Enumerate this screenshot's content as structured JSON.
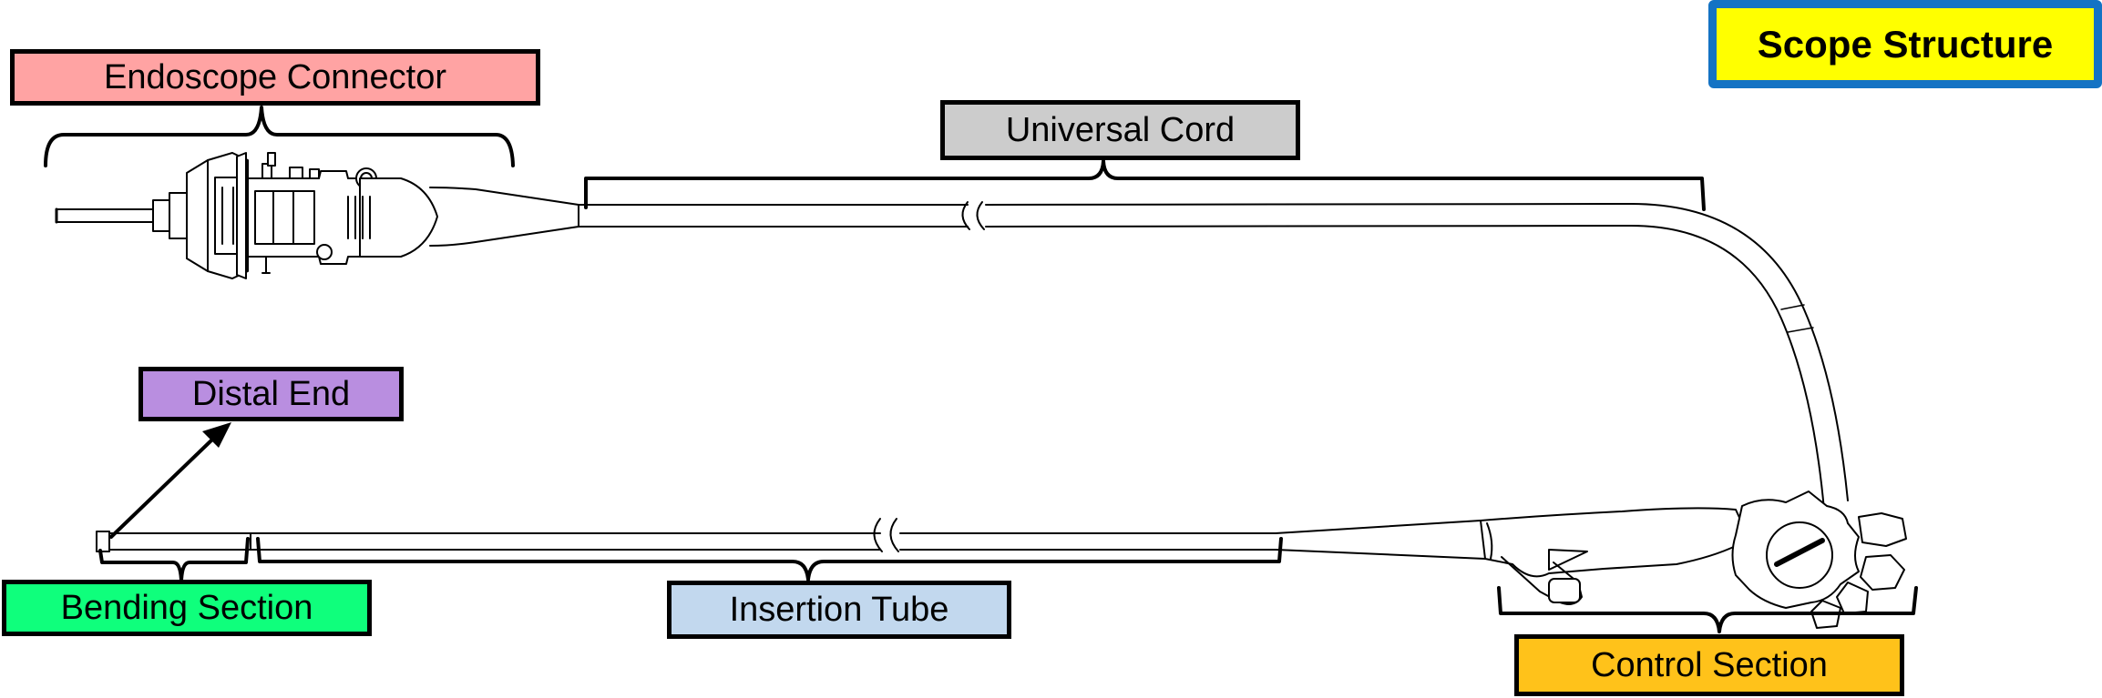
{
  "title": "Scope Structure",
  "labels": {
    "endoscope_connector": "Endoscope Connector",
    "universal_cord": "Universal Cord",
    "distal_end": "Distal End",
    "bending_section": "Bending Section",
    "insertion_tube": "Insertion Tube",
    "control_section": "Control Section"
  },
  "colors": {
    "title_fill": "#ffff00",
    "title_border": "#1473c4",
    "endoscope_connector": "#ffa3a3",
    "universal_cord": "#cccccc",
    "distal_end": "#b98ee0",
    "bending_section": "#0fff7c",
    "insertion_tube": "#c2d8ee",
    "control_section": "#ffc21a"
  }
}
